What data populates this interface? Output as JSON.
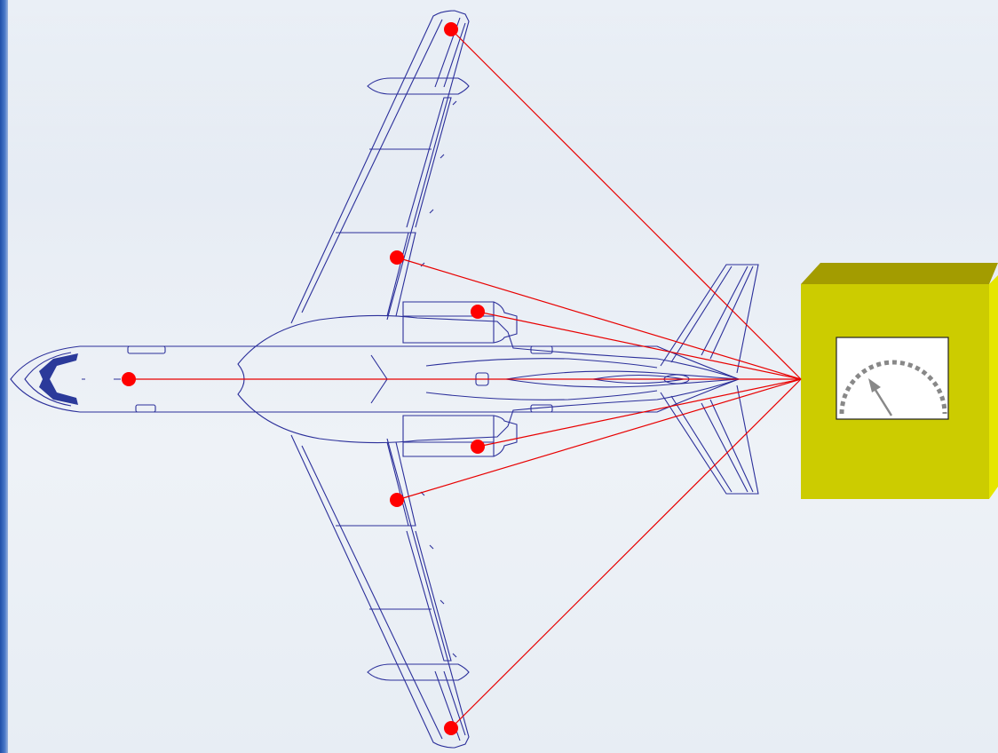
{
  "colors": {
    "outline": "#2b2f9a",
    "wire": "#e80000",
    "sensor": "#ff0000",
    "box_front": "#cccc00",
    "box_top": "#a39c00",
    "box_side": "#e6e600",
    "gauge_scale": "#888888",
    "gauge_needle": "#888888"
  },
  "diagram": {
    "sensors": [
      {
        "id": "left-wingtip"
      },
      {
        "id": "left-wing-mid"
      },
      {
        "id": "left-engine"
      },
      {
        "id": "nose"
      },
      {
        "id": "right-engine"
      },
      {
        "id": "right-wing-mid"
      },
      {
        "id": "right-wingtip"
      }
    ],
    "monitor": {
      "gauge": "dial-gauge-icon"
    }
  }
}
